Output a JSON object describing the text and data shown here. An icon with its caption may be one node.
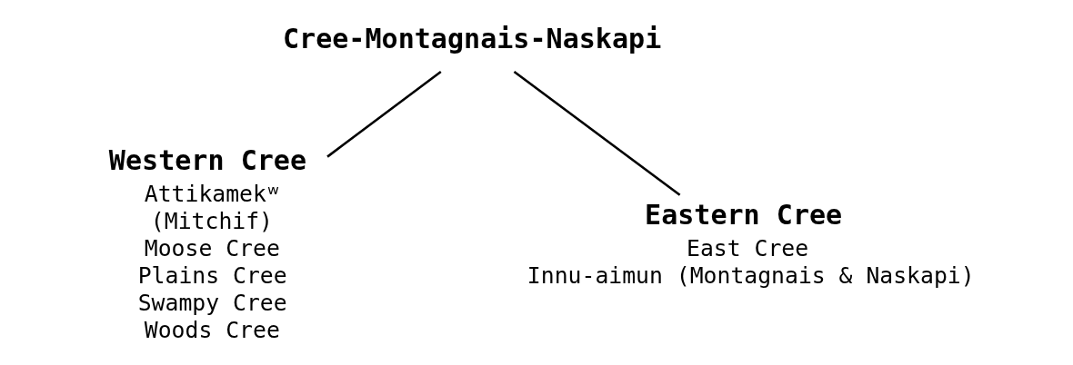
{
  "diagram": {
    "nodes": [
      {
        "text": [
          "Cree-Montagnais-Naskapi"
        ]
      },
      {
        "text": [
          "Western Cree",
          "Attikamekʷ",
          "(Mitchif)",
          "Moose Cree",
          "Plains Cree",
          "Swampy Cree",
          "Woods Cree"
        ]
      },
      {
        "text": [
          "Eastern Cree",
          "East Cree",
          "Innu-aimun (Montagnais & Naskapi)"
        ]
      }
    ],
    "edges": [
      {
        "from": 0,
        "to": 1,
        "arrow": "none"
      },
      {
        "from": 0,
        "to": 2,
        "arrow": "none"
      }
    ]
  }
}
